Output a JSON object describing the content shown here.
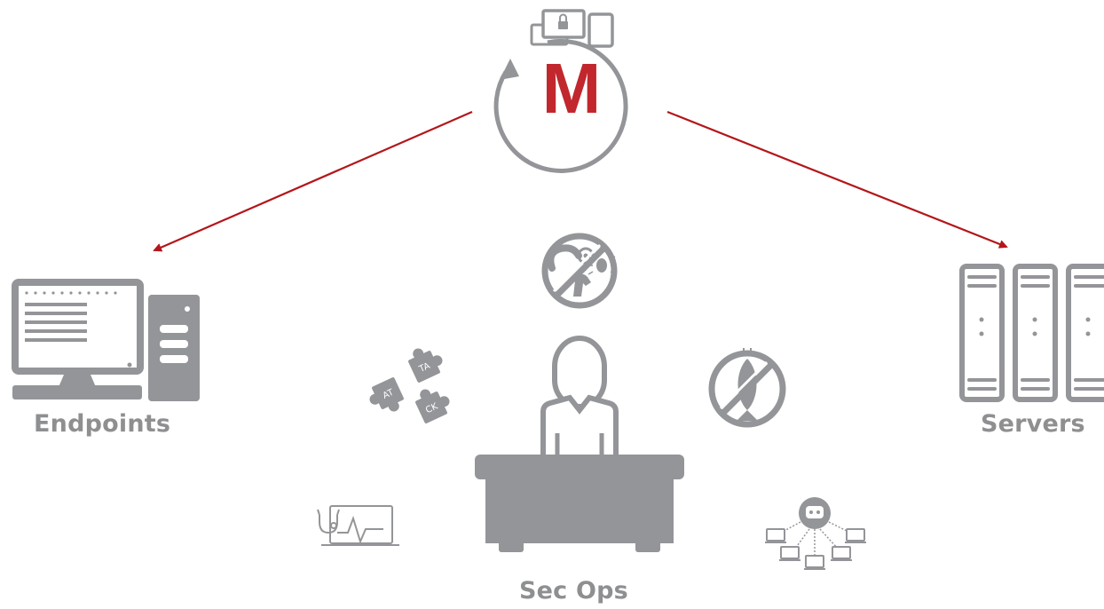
{
  "labels": {
    "endpoints": "Endpoints",
    "servers": "Servers",
    "sec_ops": "Sec Ops",
    "logo_letter": "M"
  },
  "colors": {
    "gray": "#939598",
    "accent_red": "#c1272d",
    "arrow_red": "#b3161b",
    "white": "#ffffff"
  },
  "icons": [
    "central-logo-icon",
    "devices-icon",
    "desktop-computer-icon",
    "server-rack-icon",
    "no-malware-icon",
    "no-phishing-icon",
    "attack-puzzle-icon",
    "health-monitor-icon",
    "bot-network-icon",
    "analyst-desk-icon"
  ],
  "puzzle_letters": [
    "TA",
    "AT",
    "CK"
  ]
}
